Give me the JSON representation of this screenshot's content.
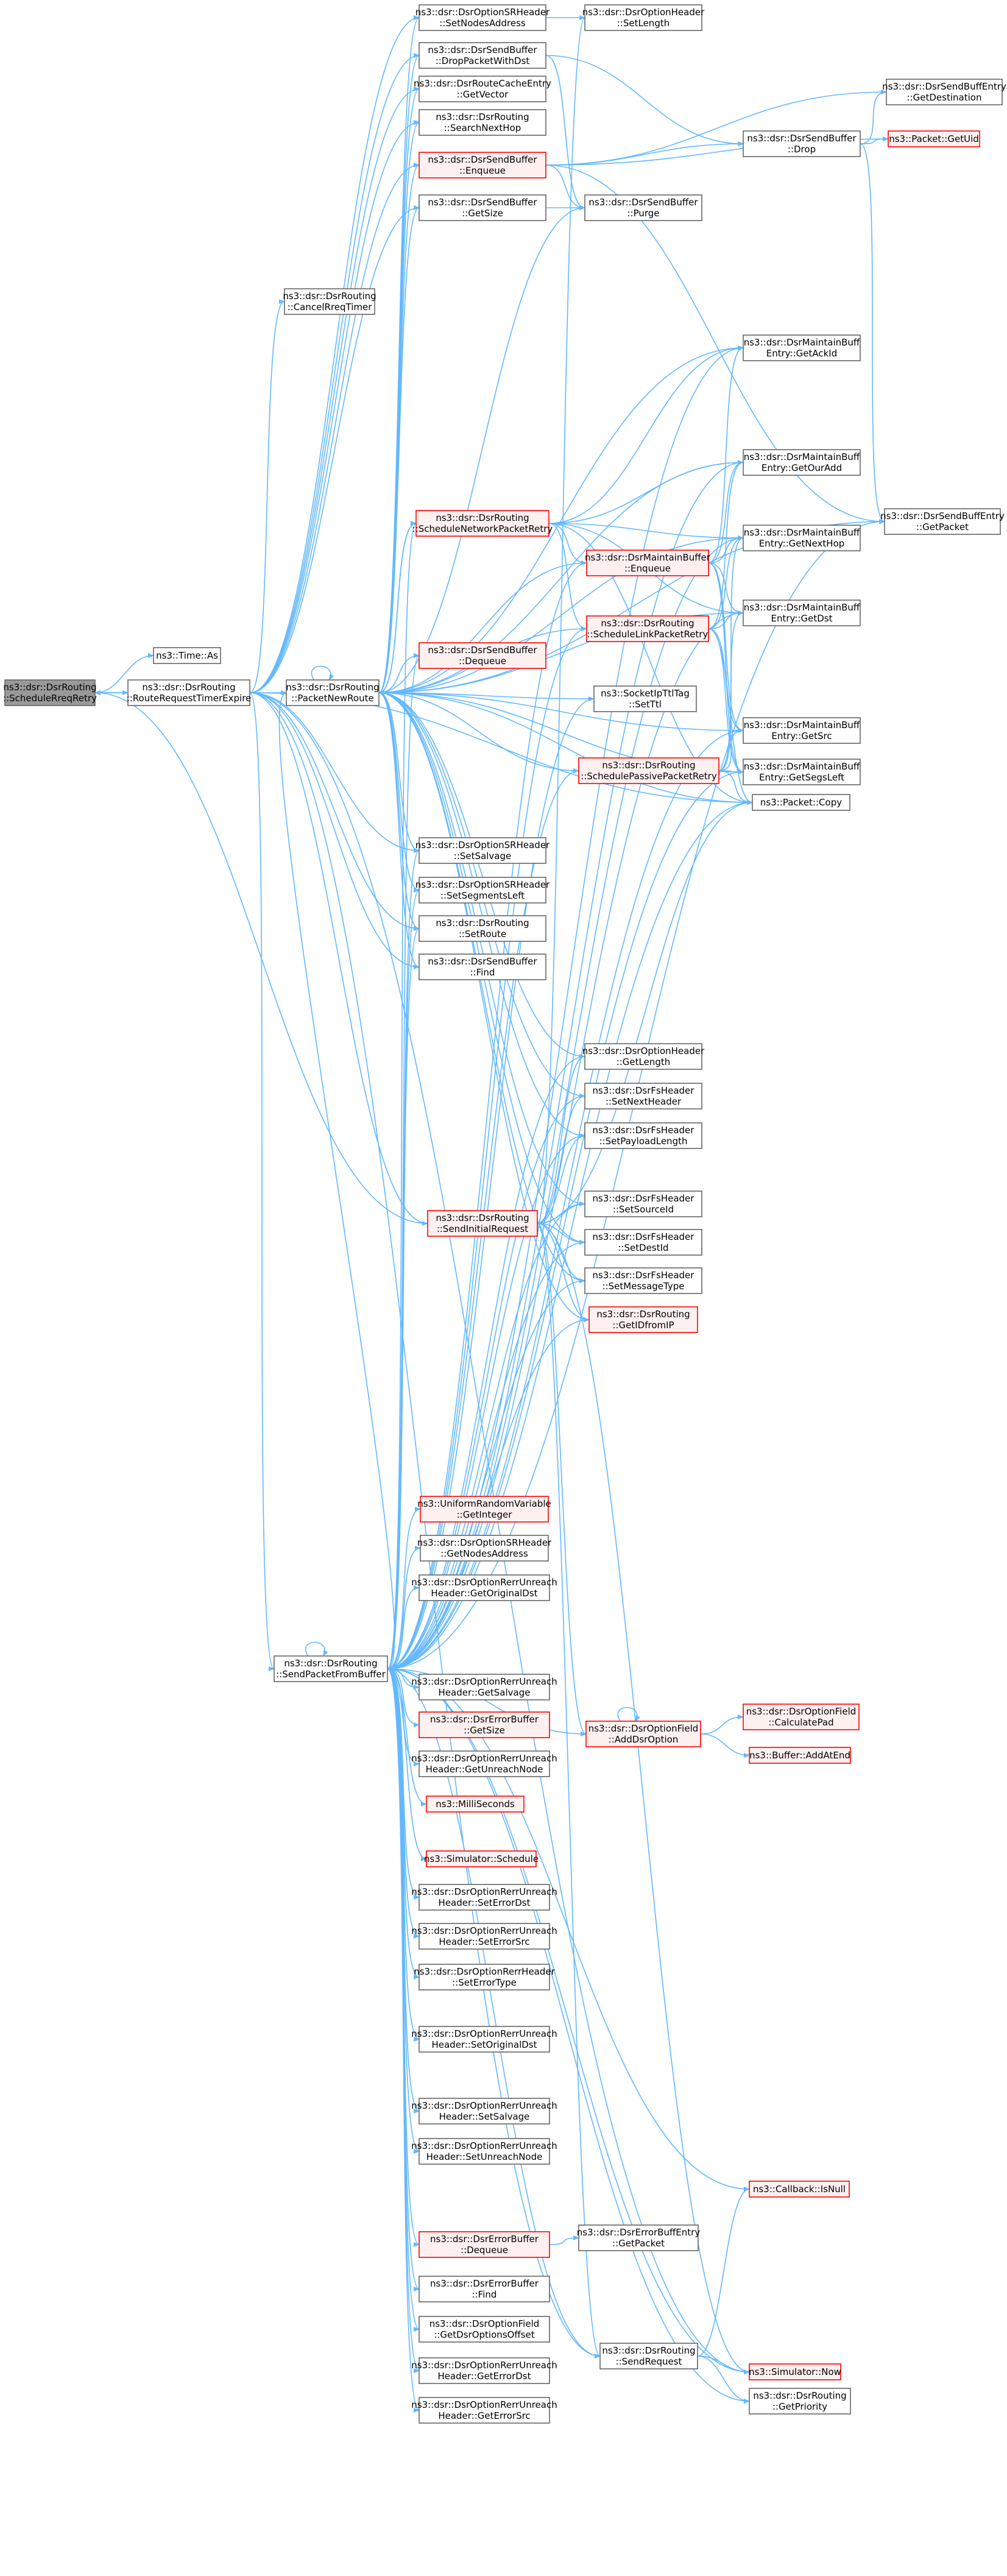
{
  "diagram_title": "",
  "colors": {
    "edge": "#63b8ff",
    "node_border_default": "#666666",
    "node_border_truncated": "#ff0000",
    "node_fill_default": "#ffffff",
    "node_fill_root": "#999999",
    "node_fill_truncated": "#fff0f0"
  },
  "nodes": [
    {
      "id": "n0",
      "lines": [
        "ns3::dsr::DsrRouting",
        "::ScheduleRreqRetry"
      ],
      "style": "root"
    },
    {
      "id": "n1",
      "lines": [
        "ns3::Time::As"
      ],
      "style": "default"
    },
    {
      "id": "n2",
      "lines": [
        "ns3::dsr::DsrRouting",
        "::RouteRequestTimerExpire"
      ],
      "style": "default"
    },
    {
      "id": "n3",
      "lines": [
        "ns3::dsr::DsrRouting",
        "::CancelRreqTimer"
      ],
      "style": "default"
    },
    {
      "id": "n4",
      "lines": [
        "ns3::dsr::DsrOptionSRHeader",
        "::SetNodesAddress"
      ],
      "style": "default"
    },
    {
      "id": "n5",
      "lines": [
        "ns3::dsr::DsrOptionHeader",
        "::SetLength"
      ],
      "style": "default"
    },
    {
      "id": "n6",
      "lines": [
        "ns3::dsr::DsrSendBuffer",
        "::DropPacketWithDst"
      ],
      "style": "default"
    },
    {
      "id": "n7",
      "lines": [
        "ns3::dsr::DsrRouteCacheEntry",
        "::GetVector"
      ],
      "style": "default"
    },
    {
      "id": "n8",
      "lines": [
        "ns3::dsr::DsrRouting",
        "::SearchNextHop"
      ],
      "style": "default"
    },
    {
      "id": "n9",
      "lines": [
        "ns3::dsr::DsrSendBuffer",
        "::Enqueue"
      ],
      "style": "truncated"
    },
    {
      "id": "n10",
      "lines": [
        "ns3::dsr::DsrSendBuffer",
        "::GetSize"
      ],
      "style": "default"
    },
    {
      "id": "n11",
      "lines": [
        "ns3::dsr::DsrSendBuffer",
        "::Purge"
      ],
      "style": "default"
    },
    {
      "id": "n12",
      "lines": [
        "ns3::dsr::DsrSendBuffer",
        "::Drop"
      ],
      "style": "default"
    },
    {
      "id": "n13",
      "lines": [
        "ns3::dsr::DsrSendBuffEntry",
        "::GetDestination"
      ],
      "style": "default"
    },
    {
      "id": "n14",
      "lines": [
        "ns3::Packet::GetUid"
      ],
      "style": "truncated"
    },
    {
      "id": "n15",
      "lines": [
        "ns3::dsr::DsrSendBuffEntry",
        "::GetPacket"
      ],
      "style": "default"
    },
    {
      "id": "n16",
      "lines": [
        "ns3::dsr::DsrMaintainBuff",
        "Entry::GetAckId"
      ],
      "style": "default"
    },
    {
      "id": "n17",
      "lines": [
        "ns3::dsr::DsrMaintainBuff",
        "Entry::GetOurAdd"
      ],
      "style": "default"
    },
    {
      "id": "n18",
      "lines": [
        "ns3::dsr::DsrMaintainBuff",
        "Entry::GetNextHop"
      ],
      "style": "default"
    },
    {
      "id": "n19",
      "lines": [
        "ns3::dsr::DsrMaintainBuff",
        "Entry::GetDst"
      ],
      "style": "default"
    },
    {
      "id": "n20",
      "lines": [
        "ns3::dsr::DsrMaintainBuff",
        "Entry::GetSrc"
      ],
      "style": "default"
    },
    {
      "id": "n21",
      "lines": [
        "ns3::dsr::DsrMaintainBuff",
        "Entry::GetSegsLeft"
      ],
      "style": "default"
    },
    {
      "id": "n22",
      "lines": [
        "ns3::Packet::Copy"
      ],
      "style": "default"
    },
    {
      "id": "n23",
      "lines": [
        "ns3::dsr::DsrRouting",
        "::ScheduleNetworkPacketRetry"
      ],
      "style": "truncated"
    },
    {
      "id": "n24",
      "lines": [
        "ns3::dsr::DsrMaintainBuffer",
        "::Enqueue"
      ],
      "style": "truncated"
    },
    {
      "id": "n25",
      "lines": [
        "ns3::dsr::DsrRouting",
        "::ScheduleLinkPacketRetry"
      ],
      "style": "truncated"
    },
    {
      "id": "n26",
      "lines": [
        "ns3::dsr::DsrRouting",
        "::PacketNewRoute"
      ],
      "style": "default"
    },
    {
      "id": "n27",
      "lines": [
        "ns3::dsr::DsrSendBuffer",
        "::Dequeue"
      ],
      "style": "truncated"
    },
    {
      "id": "n28",
      "lines": [
        "ns3::SocketIpTtlTag",
        "::SetTtl"
      ],
      "style": "default"
    },
    {
      "id": "n29",
      "lines": [
        "ns3::dsr::DsrRouting",
        "::SchedulePassivePacketRetry"
      ],
      "style": "truncated"
    },
    {
      "id": "n30",
      "lines": [
        "ns3::dsr::DsrOptionSRHeader",
        "::SetSalvage"
      ],
      "style": "default"
    },
    {
      "id": "n31",
      "lines": [
        "ns3::dsr::DsrOptionSRHeader",
        "::SetSegmentsLeft"
      ],
      "style": "default"
    },
    {
      "id": "n32",
      "lines": [
        "ns3::dsr::DsrRouting",
        "::SetRoute"
      ],
      "style": "default"
    },
    {
      "id": "n33",
      "lines": [
        "ns3::dsr::DsrSendBuffer",
        "::Find"
      ],
      "style": "default"
    },
    {
      "id": "n34",
      "lines": [
        "ns3::dsr::DsrOptionHeader",
        "::GetLength"
      ],
      "style": "default"
    },
    {
      "id": "n35",
      "lines": [
        "ns3::dsr::DsrFsHeader",
        "::SetNextHeader"
      ],
      "style": "default"
    },
    {
      "id": "n36",
      "lines": [
        "ns3::dsr::DsrFsHeader",
        "::SetPayloadLength"
      ],
      "style": "default"
    },
    {
      "id": "n37",
      "lines": [
        "ns3::dsr::DsrFsHeader",
        "::SetSourceId"
      ],
      "style": "default"
    },
    {
      "id": "n38",
      "lines": [
        "ns3::dsr::DsrRouting",
        "::SendInitialRequest"
      ],
      "style": "truncated"
    },
    {
      "id": "n39",
      "lines": [
        "ns3::dsr::DsrFsHeader",
        "::SetDestId"
      ],
      "style": "default"
    },
    {
      "id": "n40",
      "lines": [
        "ns3::dsr::DsrFsHeader",
        "::SetMessageType"
      ],
      "style": "default"
    },
    {
      "id": "n41",
      "lines": [
        "ns3::dsr::DsrRouting",
        "::GetIDfromIP"
      ],
      "style": "truncated"
    },
    {
      "id": "n42",
      "lines": [
        "ns3::UniformRandomVariable",
        "::GetInteger"
      ],
      "style": "truncated"
    },
    {
      "id": "n43",
      "lines": [
        "ns3::dsr::DsrOptionSRHeader",
        "::GetNodesAddress"
      ],
      "style": "default"
    },
    {
      "id": "n44",
      "lines": [
        "ns3::dsr::DsrOptionRerrUnreach",
        "Header::GetOriginalDst"
      ],
      "style": "default"
    },
    {
      "id": "n45",
      "lines": [
        "ns3::dsr::DsrRouting",
        "::SendPacketFromBuffer"
      ],
      "style": "default"
    },
    {
      "id": "n46",
      "lines": [
        "ns3::dsr::DsrOptionRerrUnreach",
        "Header::GetSalvage"
      ],
      "style": "default"
    },
    {
      "id": "n47",
      "lines": [
        "ns3::dsr::DsrErrorBuffer",
        "::GetSize"
      ],
      "style": "truncated"
    },
    {
      "id": "n48",
      "lines": [
        "ns3::dsr::DsrOptionField",
        "::AddDsrOption"
      ],
      "style": "truncated"
    },
    {
      "id": "n49",
      "lines": [
        "ns3::dsr::DsrOptionField",
        "::CalculatePad"
      ],
      "style": "truncated"
    },
    {
      "id": "n50",
      "lines": [
        "ns3::Buffer::AddAtEnd"
      ],
      "style": "truncated"
    },
    {
      "id": "n51",
      "lines": [
        "ns3::dsr::DsrOptionRerrUnreach",
        "Header::GetUnreachNode"
      ],
      "style": "default"
    },
    {
      "id": "n52",
      "lines": [
        "ns3::MilliSeconds"
      ],
      "style": "truncated"
    },
    {
      "id": "n53",
      "lines": [
        "ns3::Simulator::Schedule"
      ],
      "style": "truncated"
    },
    {
      "id": "n54",
      "lines": [
        "ns3::dsr::DsrOptionRerrUnreach",
        "Header::SetErrorDst"
      ],
      "style": "default"
    },
    {
      "id": "n55",
      "lines": [
        "ns3::dsr::DsrOptionRerrUnreach",
        "Header::SetErrorSrc"
      ],
      "style": "default"
    },
    {
      "id": "n56",
      "lines": [
        "ns3::dsr::DsrOptionRerrHeader",
        "::SetErrorType"
      ],
      "style": "default"
    },
    {
      "id": "n57",
      "lines": [
        "ns3::dsr::DsrOptionRerrUnreach",
        "Header::SetOriginalDst"
      ],
      "style": "default"
    },
    {
      "id": "n58",
      "lines": [
        "ns3::dsr::DsrOptionRerrUnreach",
        "Header::SetSalvage"
      ],
      "style": "default"
    },
    {
      "id": "n59",
      "lines": [
        "ns3::dsr::DsrOptionRerrUnreach",
        "Header::SetUnreachNode"
      ],
      "style": "default"
    },
    {
      "id": "n60",
      "lines": [
        "ns3::Callback::IsNull"
      ],
      "style": "truncated"
    },
    {
      "id": "n61",
      "lines": [
        "ns3::dsr::DsrErrorBuffer",
        "::Dequeue"
      ],
      "style": "truncated"
    },
    {
      "id": "n62",
      "lines": [
        "ns3::dsr::DsrErrorBuffEntry",
        "::GetPacket"
      ],
      "style": "default"
    },
    {
      "id": "n63",
      "lines": [
        "ns3::dsr::DsrErrorBuffer",
        "::Find"
      ],
      "style": "default"
    },
    {
      "id": "n64",
      "lines": [
        "ns3::dsr::DsrOptionField",
        "::GetDsrOptionsOffset"
      ],
      "style": "default"
    },
    {
      "id": "n65",
      "lines": [
        "ns3::dsr::DsrOptionRerrUnreach",
        "Header::GetErrorDst"
      ],
      "style": "default"
    },
    {
      "id": "n66",
      "lines": [
        "ns3::dsr::DsrRouting",
        "::SendRequest"
      ],
      "style": "default"
    },
    {
      "id": "n67",
      "lines": [
        "ns3::Simulator::Now"
      ],
      "style": "truncated"
    },
    {
      "id": "n68",
      "lines": [
        "ns3::dsr::DsrRouting",
        "::GetPriority"
      ],
      "style": "default"
    },
    {
      "id": "n69",
      "lines": [
        "ns3::dsr::DsrOptionRerrUnreach",
        "Header::GetErrorSrc"
      ],
      "style": "default"
    }
  ],
  "edges": [
    [
      "n0",
      "n1"
    ],
    [
      "n0",
      "n2"
    ],
    [
      "n2",
      "n0"
    ],
    [
      "n2",
      "n3"
    ],
    [
      "n2",
      "n4"
    ],
    [
      "n2",
      "n6"
    ],
    [
      "n2",
      "n7"
    ],
    [
      "n2",
      "n8"
    ],
    [
      "n2",
      "n9"
    ],
    [
      "n2",
      "n10"
    ],
    [
      "n2",
      "n26"
    ],
    [
      "n2",
      "n38"
    ],
    [
      "n2",
      "n45"
    ],
    [
      "n2",
      "n66"
    ],
    [
      "n2",
      "n30"
    ],
    [
      "n2",
      "n32"
    ],
    [
      "n2",
      "n33"
    ],
    [
      "n2",
      "n67"
    ],
    [
      "n2",
      "n22"
    ],
    [
      "n4",
      "n5"
    ],
    [
      "n6",
      "n11"
    ],
    [
      "n6",
      "n12"
    ],
    [
      "n9",
      "n11"
    ],
    [
      "n9",
      "n12"
    ],
    [
      "n9",
      "n13"
    ],
    [
      "n9",
      "n14"
    ],
    [
      "n9",
      "n15"
    ],
    [
      "n10",
      "n11"
    ],
    [
      "n12",
      "n13"
    ],
    [
      "n12",
      "n14"
    ],
    [
      "n12",
      "n15"
    ],
    [
      "n26",
      "n4"
    ],
    [
      "n26",
      "n6"
    ],
    [
      "n26",
      "n7"
    ],
    [
      "n26",
      "n8"
    ],
    [
      "n26",
      "n9"
    ],
    [
      "n26",
      "n10"
    ],
    [
      "n26",
      "n11"
    ],
    [
      "n26",
      "n16"
    ],
    [
      "n26",
      "n17"
    ],
    [
      "n26",
      "n18"
    ],
    [
      "n26",
      "n19"
    ],
    [
      "n26",
      "n20"
    ],
    [
      "n26",
      "n21"
    ],
    [
      "n26",
      "n22"
    ],
    [
      "n26",
      "n23"
    ],
    [
      "n26",
      "n24"
    ],
    [
      "n26",
      "n25"
    ],
    [
      "n26",
      "n27"
    ],
    [
      "n26",
      "n28"
    ],
    [
      "n26",
      "n29"
    ],
    [
      "n26",
      "n30"
    ],
    [
      "n26",
      "n31"
    ],
    [
      "n26",
      "n32"
    ],
    [
      "n26",
      "n33"
    ],
    [
      "n26",
      "n34"
    ],
    [
      "n26",
      "n35"
    ],
    [
      "n26",
      "n36"
    ],
    [
      "n26",
      "n37"
    ],
    [
      "n26",
      "n39"
    ],
    [
      "n26",
      "n40"
    ],
    [
      "n26",
      "n41"
    ],
    [
      "n26",
      "n15"
    ],
    [
      "n26",
      "n26"
    ],
    [
      "n23",
      "n24"
    ],
    [
      "n23",
      "n25"
    ],
    [
      "n23",
      "n16"
    ],
    [
      "n23",
      "n17"
    ],
    [
      "n23",
      "n18"
    ],
    [
      "n23",
      "n19"
    ],
    [
      "n23",
      "n22"
    ],
    [
      "n23",
      "n26"
    ],
    [
      "n24",
      "n16"
    ],
    [
      "n24",
      "n17"
    ],
    [
      "n24",
      "n18"
    ],
    [
      "n24",
      "n19"
    ],
    [
      "n24",
      "n20"
    ],
    [
      "n24",
      "n21"
    ],
    [
      "n25",
      "n17"
    ],
    [
      "n25",
      "n18"
    ],
    [
      "n25",
      "n19"
    ],
    [
      "n25",
      "n20"
    ],
    [
      "n25",
      "n21"
    ],
    [
      "n25",
      "n22"
    ],
    [
      "n29",
      "n18"
    ],
    [
      "n29",
      "n19"
    ],
    [
      "n29",
      "n20"
    ],
    [
      "n29",
      "n21"
    ],
    [
      "n29",
      "n22"
    ],
    [
      "n38",
      "n34"
    ],
    [
      "n38",
      "n35"
    ],
    [
      "n38",
      "n36"
    ],
    [
      "n38",
      "n37"
    ],
    [
      "n38",
      "n39"
    ],
    [
      "n38",
      "n40"
    ],
    [
      "n38",
      "n41"
    ],
    [
      "n38",
      "n48"
    ],
    [
      "n38",
      "n0"
    ],
    [
      "n38",
      "n22"
    ],
    [
      "n38",
      "n67"
    ],
    [
      "n38",
      "n5"
    ],
    [
      "n38",
      "n66"
    ],
    [
      "n45",
      "n42"
    ],
    [
      "n45",
      "n43"
    ],
    [
      "n45",
      "n44"
    ],
    [
      "n45",
      "n46"
    ],
    [
      "n45",
      "n47"
    ],
    [
      "n45",
      "n51"
    ],
    [
      "n45",
      "n52"
    ],
    [
      "n45",
      "n53"
    ],
    [
      "n45",
      "n54"
    ],
    [
      "n45",
      "n55"
    ],
    [
      "n45",
      "n56"
    ],
    [
      "n45",
      "n57"
    ],
    [
      "n45",
      "n58"
    ],
    [
      "n45",
      "n59"
    ],
    [
      "n45",
      "n60"
    ],
    [
      "n45",
      "n61"
    ],
    [
      "n45",
      "n63"
    ],
    [
      "n45",
      "n64"
    ],
    [
      "n45",
      "n65"
    ],
    [
      "n45",
      "n69"
    ],
    [
      "n45",
      "n66"
    ],
    [
      "n45",
      "n67"
    ],
    [
      "n45",
      "n68"
    ],
    [
      "n45",
      "n48"
    ],
    [
      "n45",
      "n35"
    ],
    [
      "n45",
      "n36"
    ],
    [
      "n45",
      "n37"
    ],
    [
      "n45",
      "n39"
    ],
    [
      "n45",
      "n40"
    ],
    [
      "n45",
      "n41"
    ],
    [
      "n45",
      "n34"
    ],
    [
      "n45",
      "n32"
    ],
    [
      "n45",
      "n30"
    ],
    [
      "n45",
      "n31"
    ],
    [
      "n45",
      "n28"
    ],
    [
      "n45",
      "n27"
    ],
    [
      "n45",
      "n25"
    ],
    [
      "n45",
      "n24"
    ],
    [
      "n45",
      "n23"
    ],
    [
      "n45",
      "n29"
    ],
    [
      "n45",
      "n16"
    ],
    [
      "n45",
      "n17"
    ],
    [
      "n45",
      "n18"
    ],
    [
      "n45",
      "n19"
    ],
    [
      "n45",
      "n20"
    ],
    [
      "n45",
      "n21"
    ],
    [
      "n45",
      "n22"
    ],
    [
      "n45",
      "n15"
    ],
    [
      "n45",
      "n26"
    ],
    [
      "n45",
      "n45"
    ],
    [
      "n48",
      "n49"
    ],
    [
      "n48",
      "n50"
    ],
    [
      "n48",
      "n48"
    ],
    [
      "n61",
      "n62"
    ],
    [
      "n66",
      "n60"
    ],
    [
      "n66",
      "n67"
    ],
    [
      "n66",
      "n68"
    ]
  ]
}
